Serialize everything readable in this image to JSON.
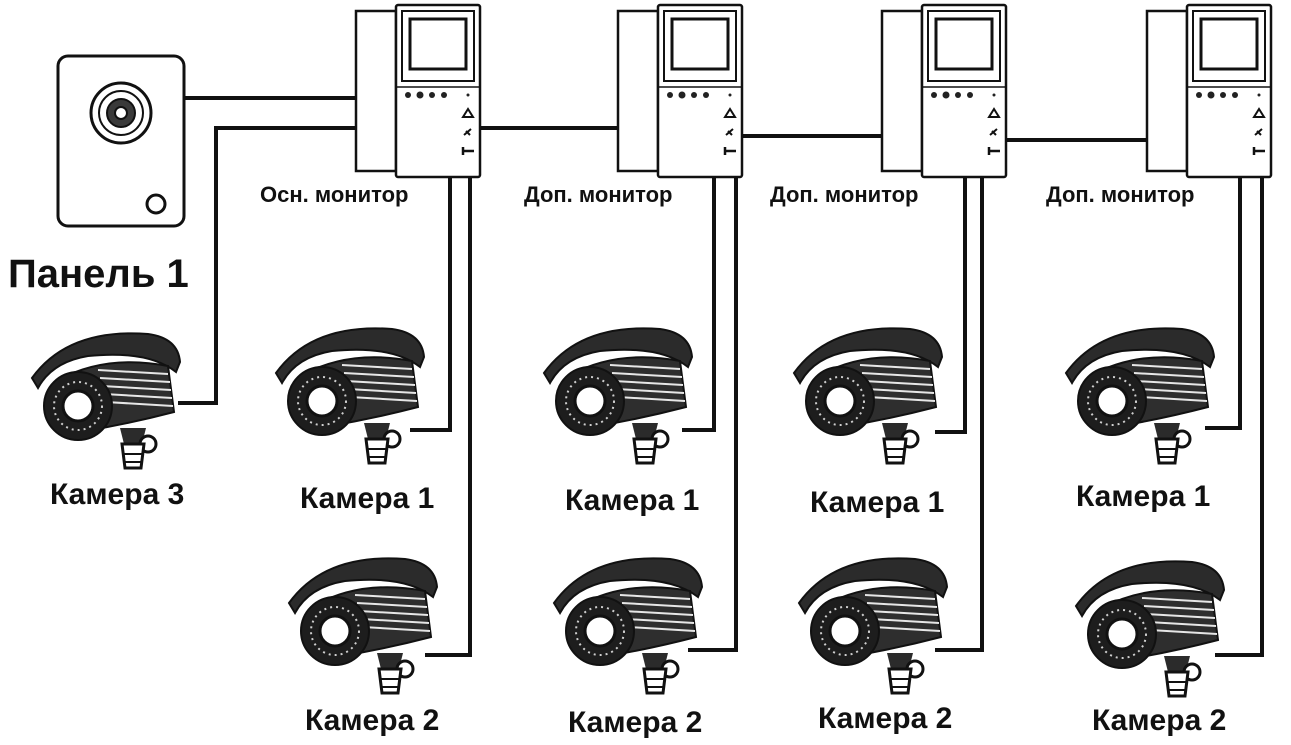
{
  "panel": {
    "label": "Панель 1"
  },
  "monitors": [
    {
      "label": "Осн. монитор"
    },
    {
      "label": "Доп. монитор"
    },
    {
      "label": "Доп. монитор"
    },
    {
      "label": "Доп. монитор"
    }
  ],
  "cameras": {
    "panel_camera": "Камера 3",
    "monitor_groups": [
      {
        "camera1": "Камера 1",
        "camera2": "Камера 2"
      },
      {
        "camera1": "Камера 1",
        "camera2": "Камера 2"
      },
      {
        "camera1": "Камера 1",
        "camera2": "Камера 2"
      },
      {
        "camera1": "Камера 1",
        "camera2": "Камера 2"
      }
    ]
  }
}
